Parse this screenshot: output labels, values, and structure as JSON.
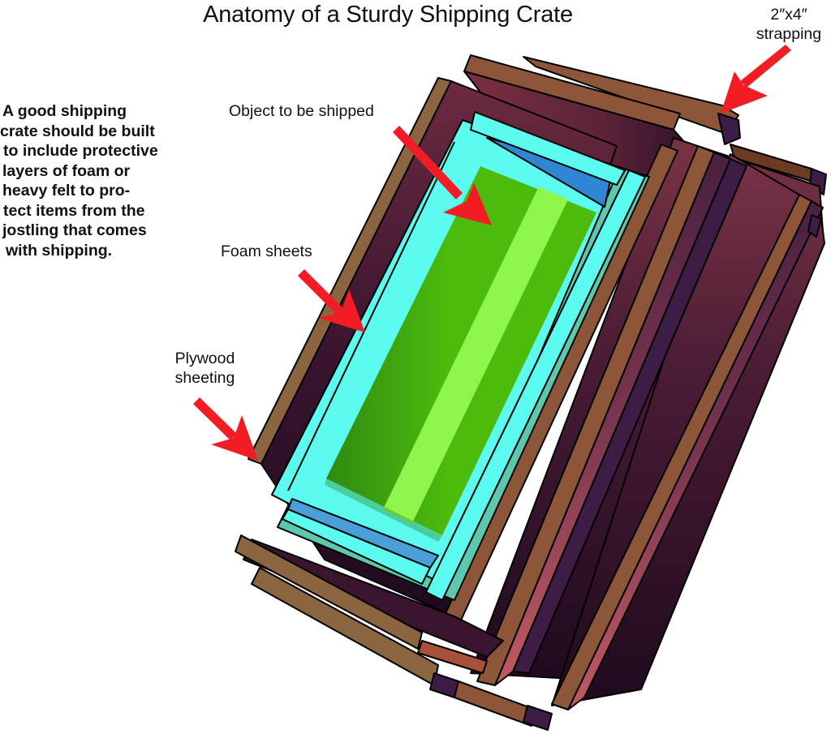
{
  "diagram": {
    "title": "Anatomy of a Sturdy Shipping Crate",
    "description_lines": [
      "A good shipping",
      "crate should be built",
      "to include protective",
      "layers of foam or",
      "heavy felt to pro-",
      "tect items from the",
      "jostling that comes",
      "with shipping."
    ],
    "labels": {
      "strapping_line1": "2″x4″",
      "strapping_line2": "strapping",
      "object": "Object to be shipped",
      "foam": "Foam sheets",
      "plywood_line1": "Plywood",
      "plywood_line2": "sheeting"
    },
    "colors": {
      "arrow": "#f21c24",
      "plywood_edge": "#8b6540",
      "plywood_face": "#3a1530",
      "strap_wood": "#8e5638",
      "strap_side": "#3d1c45",
      "foam": "#5cfbef",
      "foam_shade": "#5ec8ae",
      "foam_blue": "#2f86d2",
      "object_green": "#4cbb0c",
      "object_highlight": "#8ef54c",
      "panel_pink": "#b5575e"
    }
  }
}
